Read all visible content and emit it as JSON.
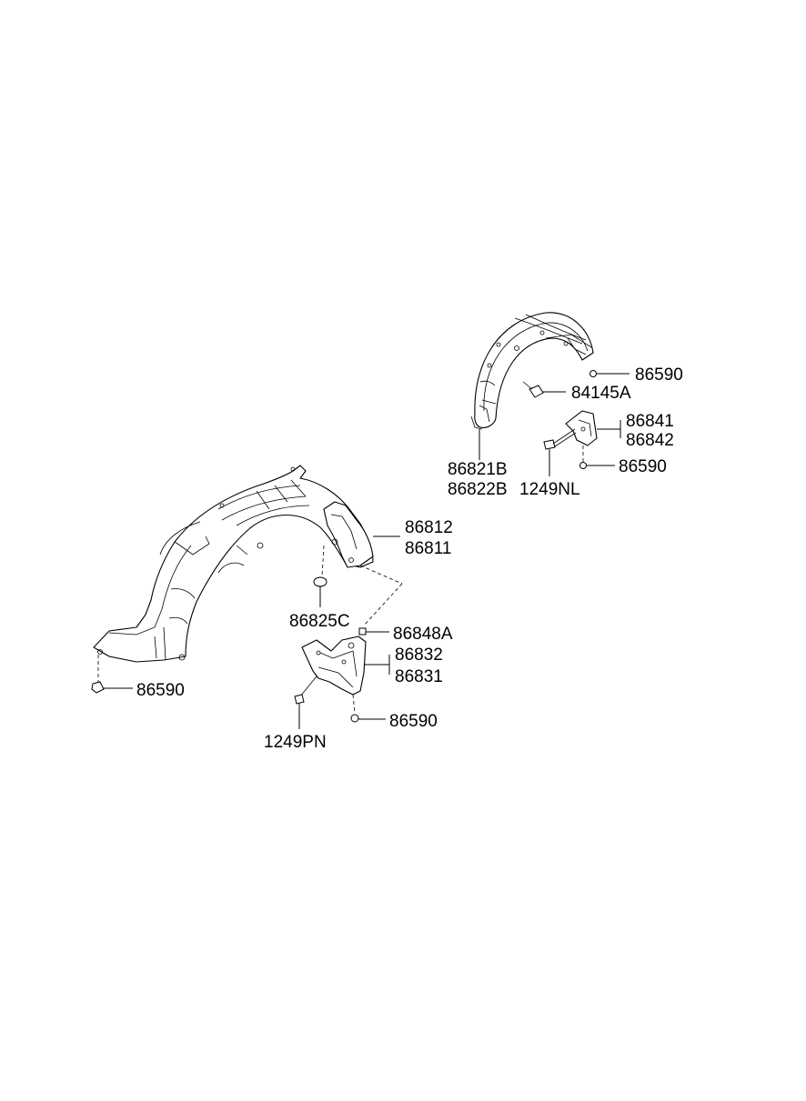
{
  "diagram": {
    "labels": {
      "rear_nut_upper": "86590",
      "rear_clip": "84145A",
      "rear_bracket_a": "86841",
      "rear_bracket_b": "86842",
      "rear_nut_lower": "86590",
      "rear_liner_a": "86821B",
      "rear_liner_b": "86822B",
      "rear_screw": "1249NL",
      "front_liner_a": "86812",
      "front_liner_b": "86811",
      "front_plug": "86825C",
      "front_clip": "86848A",
      "mudguard_a": "86832",
      "mudguard_b": "86831",
      "front_nut_left": "86590",
      "front_nut_mudguard": "86590",
      "front_screw": "1249PN"
    }
  }
}
